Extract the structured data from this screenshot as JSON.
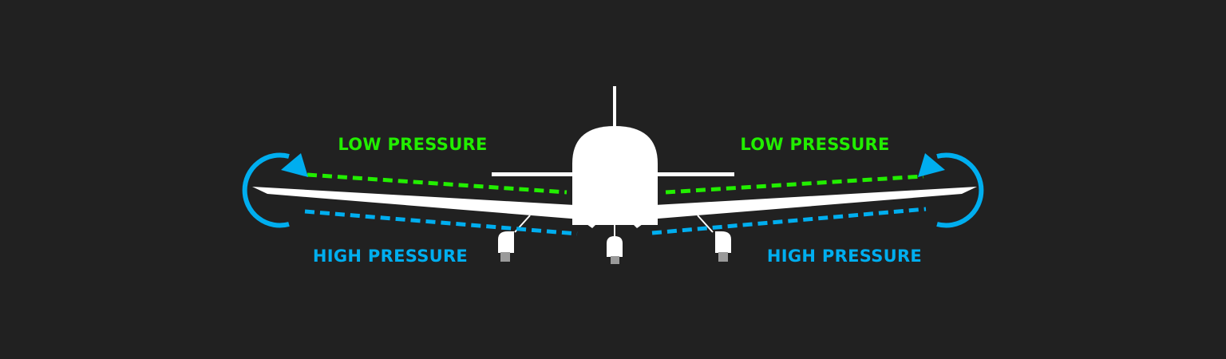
{
  "labels": {
    "low_left": "LOW PRESSURE",
    "low_right": "LOW PRESSURE",
    "high_left": "HIGH PRESSURE",
    "high_right": "HIGH PRESSURE"
  },
  "colors": {
    "background": "#212121",
    "low_pressure": "#22ee00",
    "high_pressure": "#00aeef",
    "aircraft": "#ffffff",
    "tire": "#9a9a9a"
  },
  "icons": [
    "airplane-front-view-icon",
    "vortex-arrow-icon"
  ]
}
